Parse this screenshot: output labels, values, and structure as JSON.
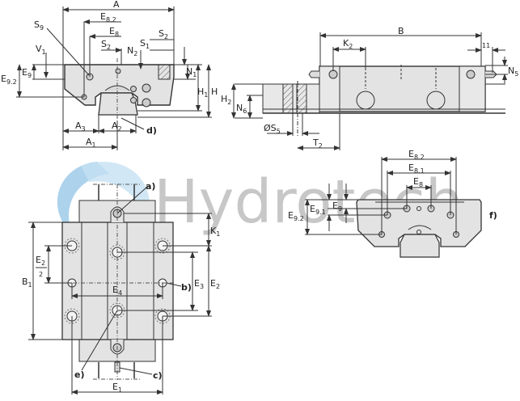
{
  "watermark": {
    "text": "Hydrotech",
    "logo_colors": [
      "#5ea9d8",
      "#bcdcf0"
    ],
    "text_color": "#9a9a9a"
  },
  "colors": {
    "body_fill": "#e3e3e3",
    "outline": "#333333",
    "dim_line": "#444444",
    "background": "#ffffff"
  },
  "views": {
    "front_view": {
      "labels": {
        "A": "A",
        "E82": "E",
        "E82_sub": "8.2",
        "E8": "E",
        "E8_sub": "8",
        "S9": "S",
        "S9_sub": "9",
        "S2a": "S",
        "S2a_sub": "2",
        "S1": "S",
        "S1_sub": "1",
        "S2b": "S",
        "S2b_sub": "2",
        "N2": "N",
        "N2_sub": "2",
        "V1": "V",
        "V1_sub": "1",
        "E9": "E",
        "E9_sub": "9",
        "E92": "E",
        "E92_sub": "9.2",
        "N1": "N",
        "N1_sub": "1",
        "H1": "H",
        "H1_sub": "1",
        "H": "H",
        "A3": "A",
        "A3_sub": "3",
        "A2": "A",
        "A2_sub": "2",
        "A1": "A",
        "A1_sub": "1",
        "d": "d)"
      }
    },
    "side_view": {
      "labels": {
        "B": "B",
        "K2": "K",
        "K2_sub": "2",
        "dim11": "11",
        "N5": "N",
        "N5_sub": "5",
        "H2": "H",
        "H2_sub": "2",
        "N6": "N",
        "N6_sub": "6",
        "S5": "ØS",
        "S5_sub": "5",
        "T2": "T",
        "T2_sub": "2"
      }
    },
    "top_view": {
      "labels": {
        "a": "a)",
        "b": "b)",
        "c": "c)",
        "e": "e)",
        "K1": "K",
        "K1_sub": "1",
        "B1": "B",
        "B1_sub": "1",
        "E2half_num": "E",
        "E2half_sub": "2",
        "E2half_den": "2",
        "E3": "E",
        "E3_sub": "3",
        "E2": "E",
        "E2_sub": "2",
        "E4": "E",
        "E4_sub": "4",
        "E1": "E",
        "E1_sub": "1"
      }
    },
    "end_view_f": {
      "labels": {
        "E82": "E",
        "E82_sub": "8.2",
        "E81": "E",
        "E81_sub": "8.1",
        "E8": "E",
        "E8_sub": "8",
        "E9": "E",
        "E9_sub": "9",
        "E91": "E",
        "E91_sub": "9.1",
        "E92": "E",
        "E92_sub": "9.2",
        "f": "f)"
      }
    }
  }
}
